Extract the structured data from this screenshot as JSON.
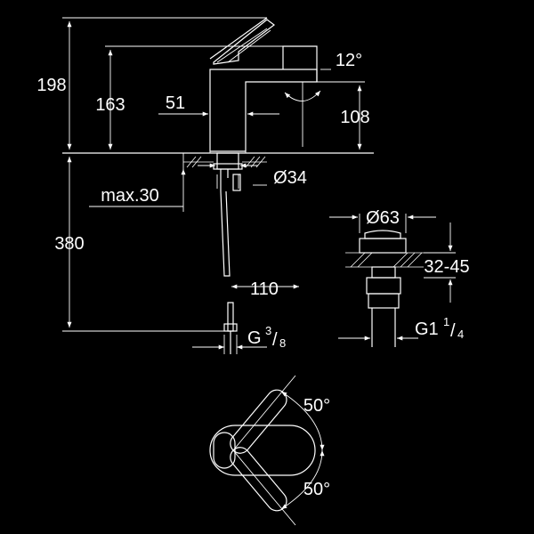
{
  "colors": {
    "background": "#000000",
    "lines": "#ffffff"
  },
  "side_view": {
    "dim_198": "198",
    "dim_163": "163",
    "dim_51": "51",
    "dim_108": "108",
    "angle_12": "12°",
    "dim_d34": "Ø34",
    "dim_max30": "max.30",
    "dim_380": "380",
    "dim_110": "110",
    "thread_g": "G",
    "thread_num": "3",
    "thread_den": "8"
  },
  "waste_view": {
    "dim_d63": "Ø63",
    "dim_32_45": "32-45",
    "thread_g": "G1",
    "thread_num": "1",
    "thread_den": "4"
  },
  "top_view": {
    "angle_upper": "50°",
    "angle_lower": "50°"
  }
}
